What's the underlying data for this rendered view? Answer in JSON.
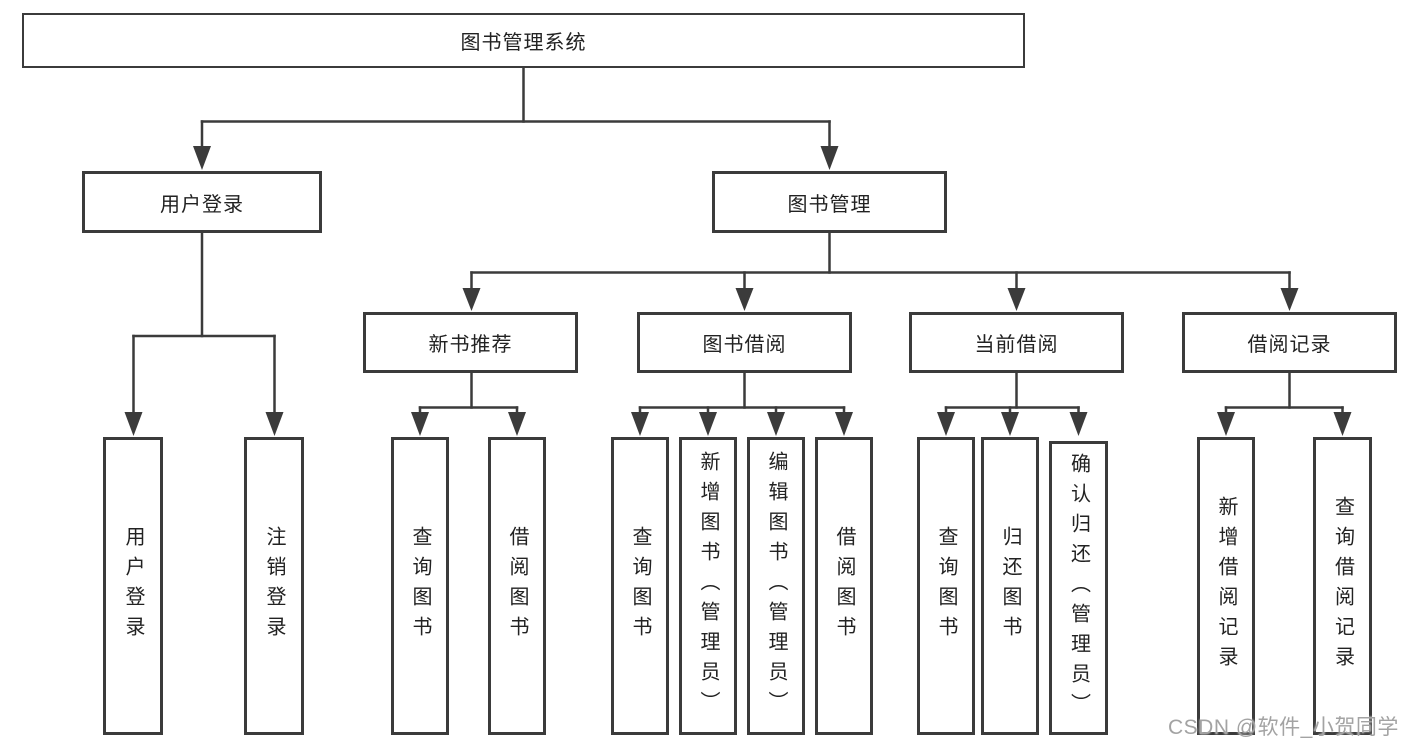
{
  "diagram": {
    "root": "图书管理系统",
    "branches": {
      "user_login": {
        "label": "用户登录",
        "children": [
          "用户登录",
          "注销登录"
        ]
      },
      "book_mgmt": {
        "label": "图书管理",
        "sections": {
          "new_books": {
            "label": "新书推荐",
            "children": [
              "查询图书",
              "借阅图书"
            ]
          },
          "borrow": {
            "label": "图书借阅",
            "children": [
              "查询图书",
              "新增图书（管理员）",
              "编辑图书（管理员）",
              "借阅图书"
            ]
          },
          "current": {
            "label": "当前借阅",
            "children": [
              "查询图书",
              "归还图书",
              "确认归还（管理员）"
            ]
          },
          "records": {
            "label": "借阅记录",
            "children": [
              "新增借阅记录",
              "查询借阅记录"
            ]
          }
        }
      }
    }
  },
  "watermark": "CSDN @软件_小贺同学",
  "colors": {
    "line": "#3b3b3b",
    "text": "#222222",
    "watermark": "#a3a3a3",
    "background": "#ffffff"
  }
}
